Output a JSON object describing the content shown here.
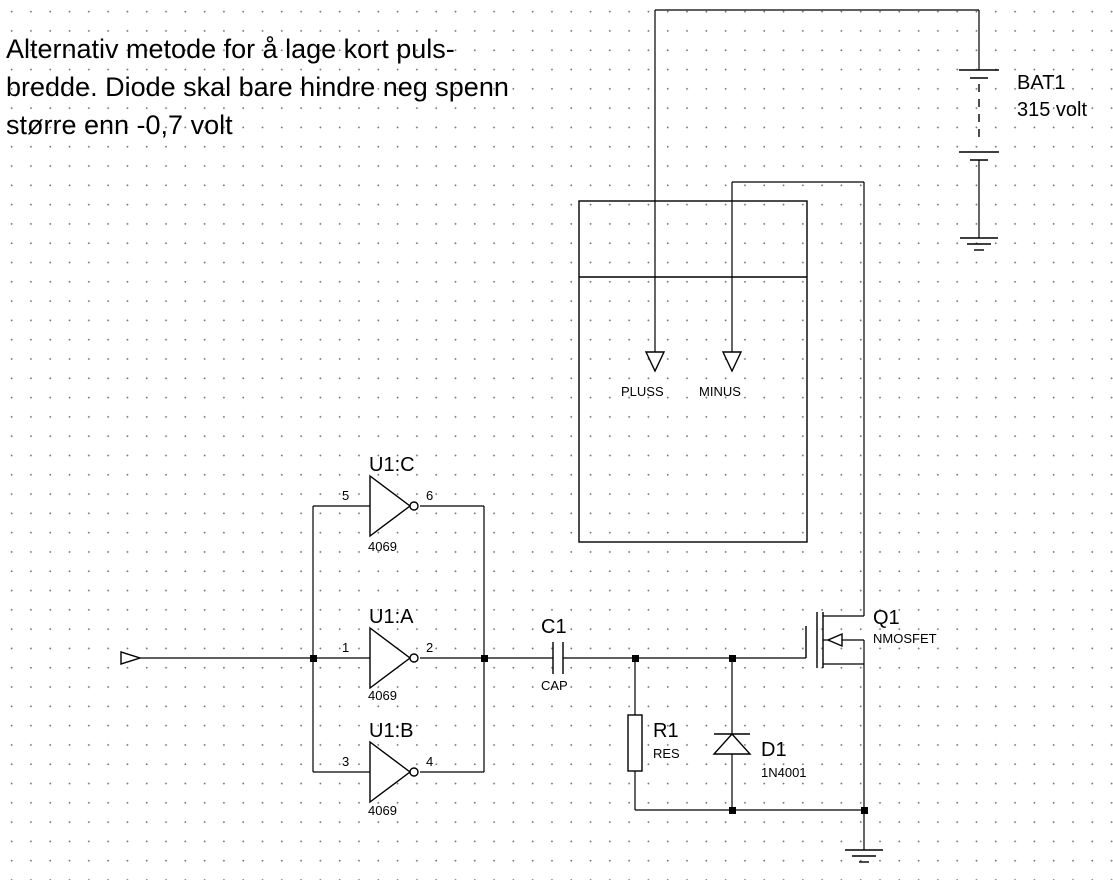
{
  "note": {
    "lines": [
      "Alternativ metode for å lage kort puls-",
      "bredde. Diode skal bare hindre neg spenn",
      "større enn -0,7 volt"
    ]
  },
  "components": {
    "u1c": {
      "ref": "U1:C",
      "value": "4069",
      "pin_in": "5",
      "pin_out": "6"
    },
    "u1a": {
      "ref": "U1:A",
      "value": "4069",
      "pin_in": "1",
      "pin_out": "2"
    },
    "u1b": {
      "ref": "U1:B",
      "value": "4069",
      "pin_in": "3",
      "pin_out": "4"
    },
    "c1": {
      "ref": "C1",
      "value": "CAP"
    },
    "r1": {
      "ref": "R1",
      "value": "RES"
    },
    "d1": {
      "ref": "D1",
      "value": "1N4001"
    },
    "q1": {
      "ref": "Q1",
      "value": "NMOSFET"
    },
    "bat1": {
      "ref": "BAT1",
      "value": "315 volt"
    }
  },
  "terminals": {
    "plus": "PLUSS",
    "minus": "MINUS"
  }
}
